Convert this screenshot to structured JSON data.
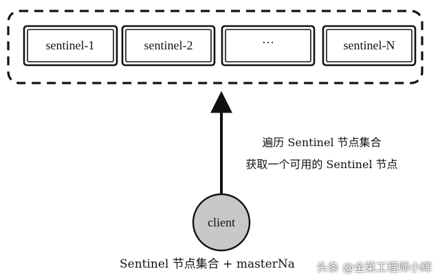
{
  "sentinel_group": {
    "nodes": [
      {
        "label": "sentinel-1"
      },
      {
        "label": "sentinel-2"
      },
      {
        "label": "···"
      },
      {
        "label": "sentinel-N"
      }
    ]
  },
  "annotation": {
    "line1": "遍历 Sentinel 节点集合",
    "line2": "获取一个可用的 Sentinel 节点"
  },
  "client": {
    "label": "client"
  },
  "caption": {
    "text": "Sentinel 节点集合 + masterNa"
  },
  "watermark": {
    "text": "头条 @全菜工程师小辉"
  },
  "colors": {
    "stroke": "#111111",
    "client_fill": "#c8c8c8",
    "background": "#ffffff"
  }
}
